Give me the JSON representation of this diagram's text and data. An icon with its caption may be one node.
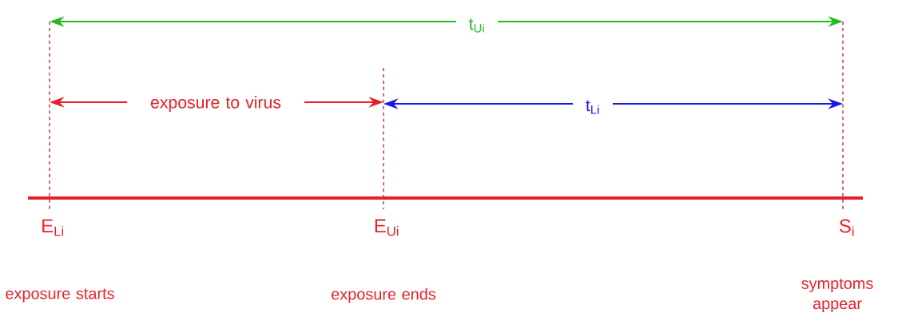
{
  "diagram": {
    "labels": [
      "t$_{Ui}$",
      "exposure to virus",
      "t$_{Li}$",
      "E$_{Li}$",
      "E$_{Ui}$",
      "S$_{i}$",
      "exposure starts",
      "exposure ends",
      "symptoms appear"
    ]
  }
}
